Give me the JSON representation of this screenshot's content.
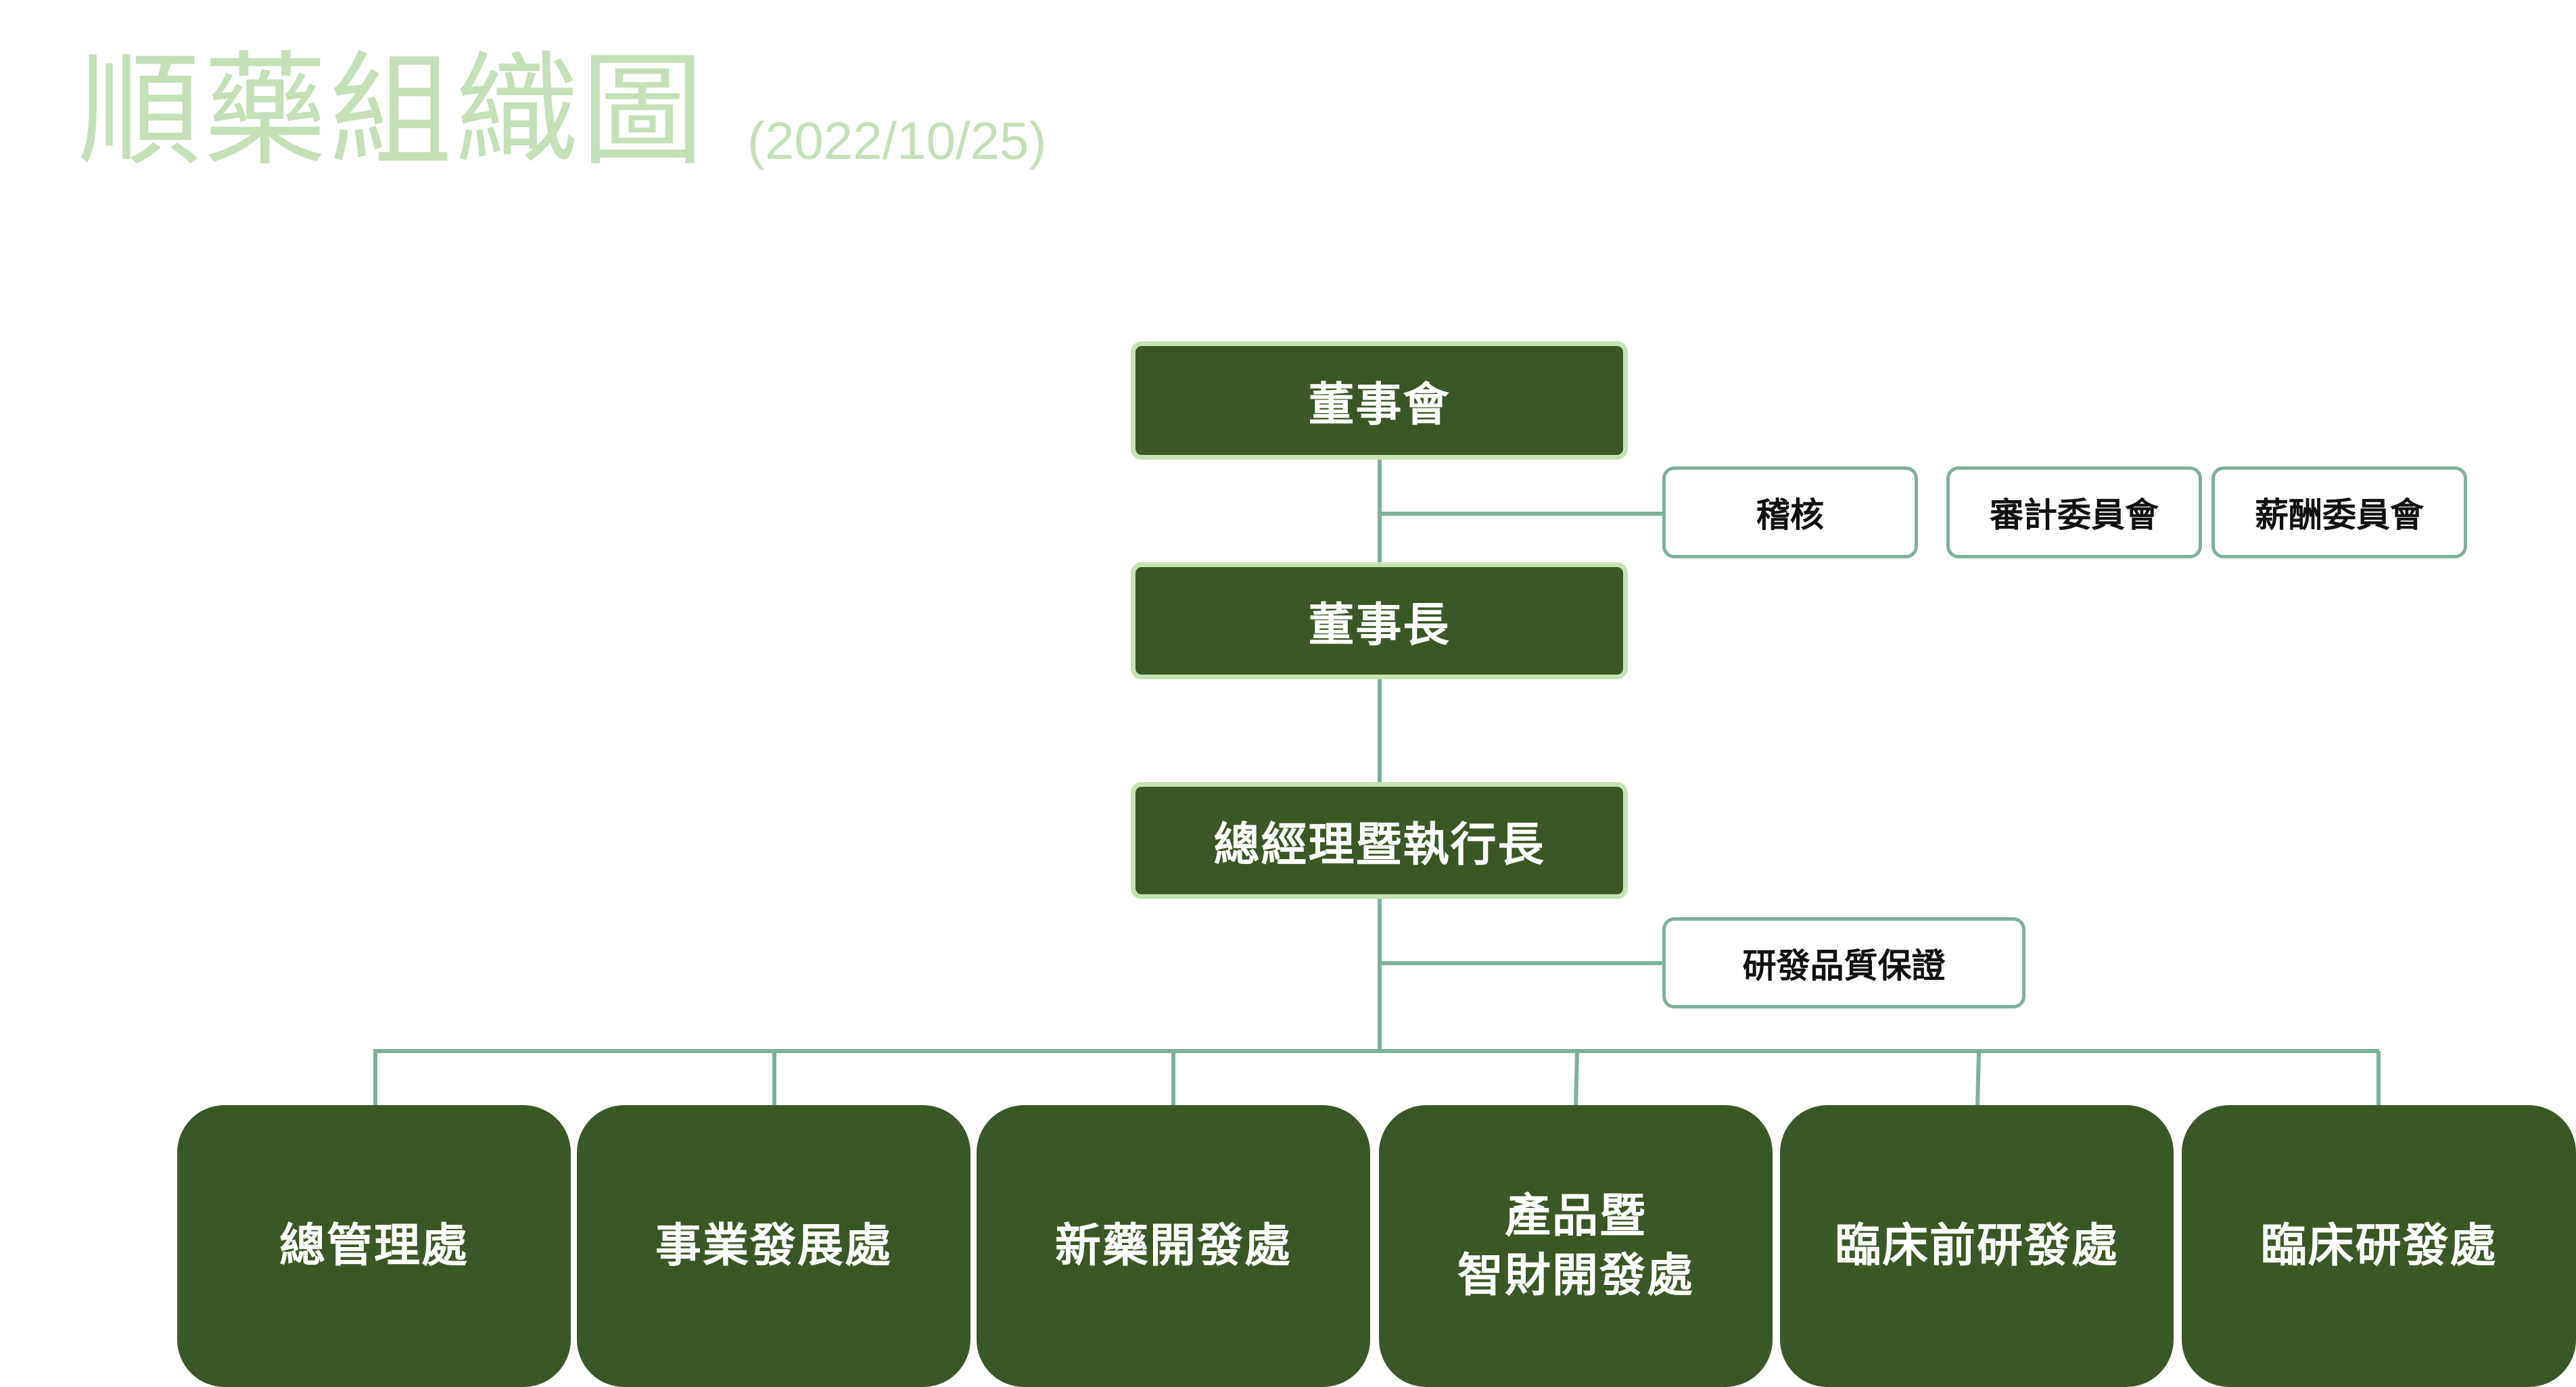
{
  "title": {
    "main": "順藥組織圖",
    "date": "(2022/10/25)"
  },
  "chart": {
    "board": "董事會",
    "chairman": "董事長",
    "ceo": "總經理暨執行長",
    "board_committees": [
      "稽核",
      "審計委員會",
      "薪酬委員會"
    ],
    "ceo_staff": [
      "研發品質保證"
    ],
    "departments": [
      "總管理處",
      "事業發展處",
      "新藥開發處",
      "產品暨\n智財開發處",
      "臨床前研發處",
      "臨床研發處"
    ]
  },
  "colors": {
    "box_fill": "#3c5726",
    "box_border": "#c7e2b5",
    "connector": "#7fb09a",
    "title": "#c5dfb9"
  }
}
